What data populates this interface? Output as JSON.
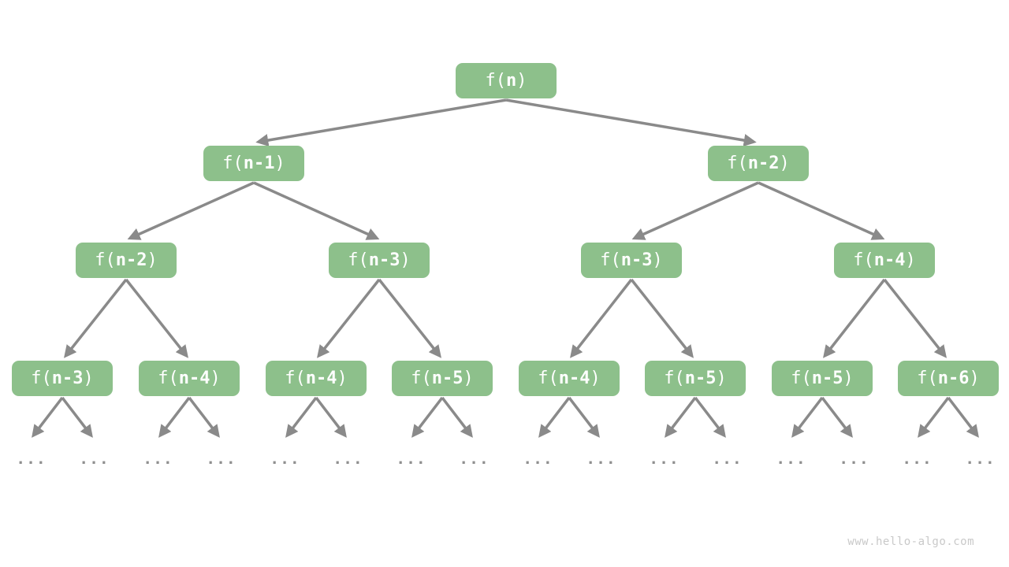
{
  "tree": {
    "description_note": "recursion tree of f(n) = f(n-1) + f(n-2)",
    "ellipsis": "...",
    "nodes": [
      {
        "label": "f(n)",
        "pre": "f(",
        "arg": "n",
        "post": ")"
      },
      {
        "label": "f(n-1)",
        "pre": "f(",
        "arg": "n-1",
        "post": ")"
      },
      {
        "label": "f(n-2)",
        "pre": "f(",
        "arg": "n-2",
        "post": ")"
      },
      {
        "label": "f(n-2)",
        "pre": "f(",
        "arg": "n-2",
        "post": ")"
      },
      {
        "label": "f(n-3)",
        "pre": "f(",
        "arg": "n-3",
        "post": ")"
      },
      {
        "label": "f(n-3)",
        "pre": "f(",
        "arg": "n-3",
        "post": ")"
      },
      {
        "label": "f(n-4)",
        "pre": "f(",
        "arg": "n-4",
        "post": ")"
      },
      {
        "label": "f(n-3)",
        "pre": "f(",
        "arg": "n-3",
        "post": ")"
      },
      {
        "label": "f(n-4)",
        "pre": "f(",
        "arg": "n-4",
        "post": ")"
      },
      {
        "label": "f(n-4)",
        "pre": "f(",
        "arg": "n-4",
        "post": ")"
      },
      {
        "label": "f(n-5)",
        "pre": "f(",
        "arg": "n-5",
        "post": ")"
      },
      {
        "label": "f(n-4)",
        "pre": "f(",
        "arg": "n-4",
        "post": ")"
      },
      {
        "label": "f(n-5)",
        "pre": "f(",
        "arg": "n-5",
        "post": ")"
      },
      {
        "label": "f(n-5)",
        "pre": "f(",
        "arg": "n-5",
        "post": ")"
      },
      {
        "label": "f(n-6)",
        "pre": "f(",
        "arg": "n-6",
        "post": ")"
      }
    ]
  },
  "watermark": "www.hello-algo.com",
  "colors": {
    "node_fill": "#8DC08B",
    "node_text": "#FFFFFF",
    "edge": "#8A8A8A",
    "ellipsis": "#8F8F8F",
    "watermark": "#C9C9C9",
    "background": "#FFFFFF"
  }
}
